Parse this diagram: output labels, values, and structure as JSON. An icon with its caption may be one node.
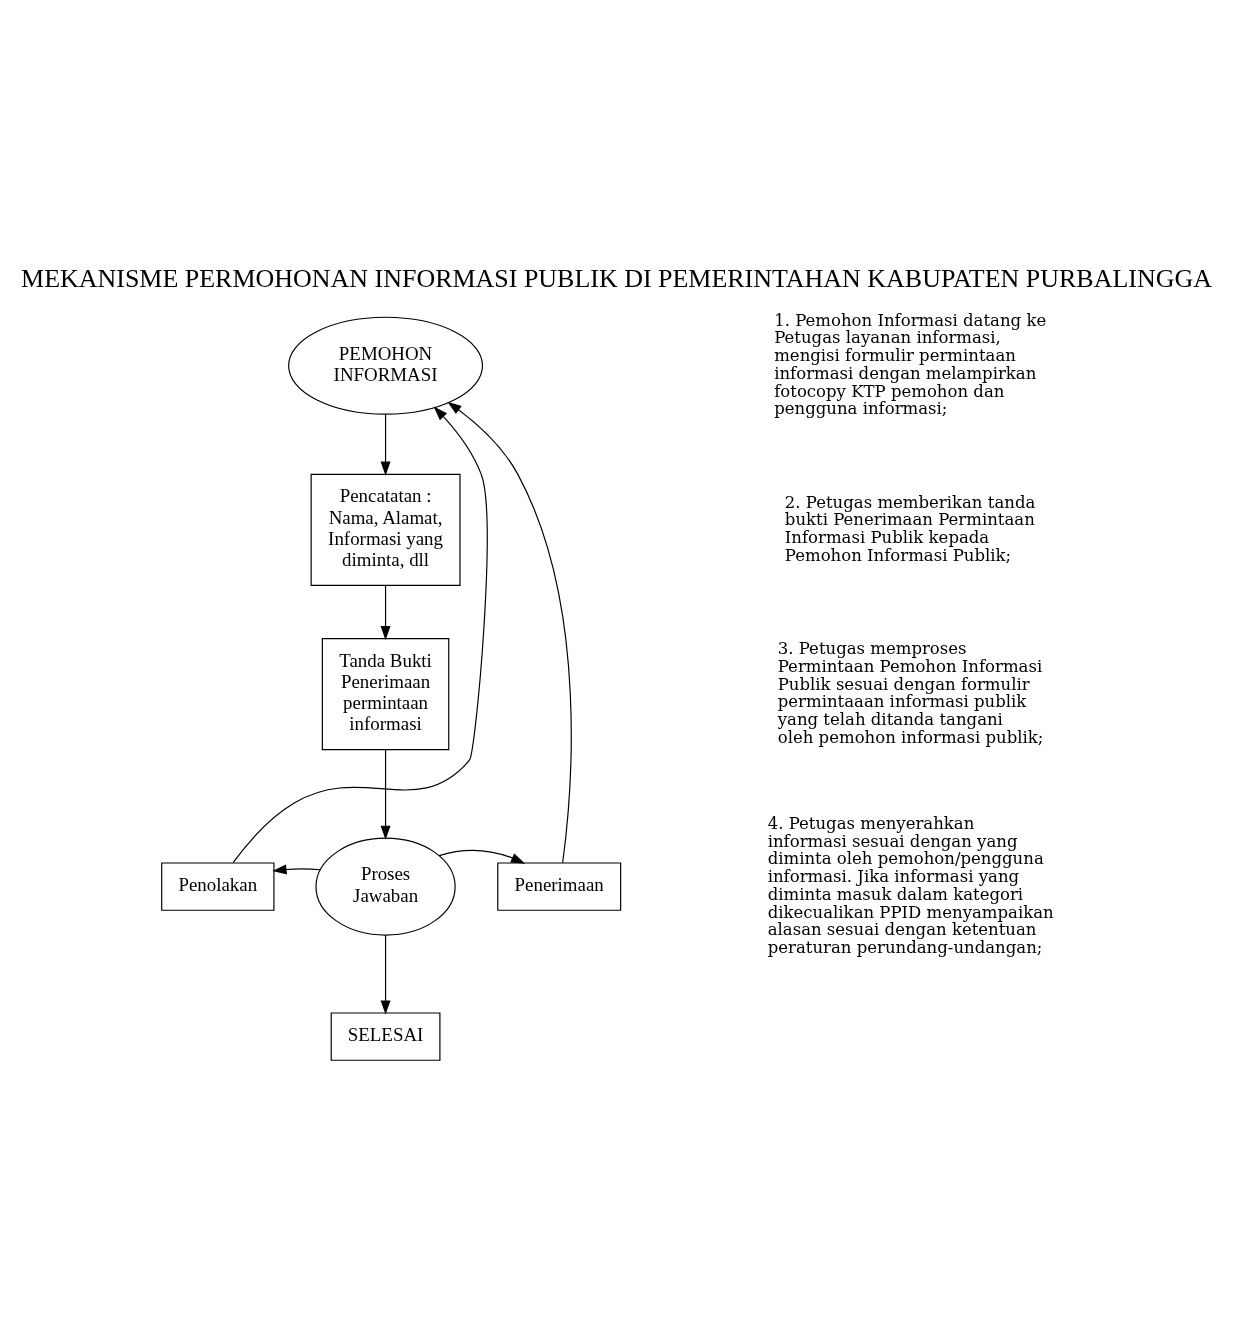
{
  "diagram": {
    "title": "MEKANISME PERMOHONAN INFORMASI PUBLIK DI PEMERINTAHAN KABUPATEN PURBALINGGA",
    "nodes": [
      {
        "text": [
          "PEMOHON INFORMASI"
        ]
      },
      {
        "text": [
          "Pencatatan : Nama, Alamat, Informasi yang diminta, dll"
        ]
      },
      {
        "text": [
          "Tanda Bukti Penerimaan permintaan informasi"
        ]
      },
      {
        "text": [
          "Proses Jawaban"
        ]
      },
      {
        "text": [
          "Penolakan"
        ]
      },
      {
        "text": [
          "Penerimaan"
        ]
      },
      {
        "text": [
          "SELESAI"
        ]
      }
    ],
    "edges": [
      {
        "from": 0,
        "to": 1,
        "arrow": "to"
      },
      {
        "from": 1,
        "to": 2,
        "arrow": "to"
      },
      {
        "from": 2,
        "to": 3,
        "arrow": "to"
      },
      {
        "from": 3,
        "to": 4,
        "arrow": "to"
      },
      {
        "from": 3,
        "to": 5,
        "arrow": "to"
      },
      {
        "from": 4,
        "to": 0,
        "arrow": "to"
      },
      {
        "from": 5,
        "to": 0,
        "arrow": "to"
      },
      {
        "from": 3,
        "to": 6,
        "arrow": "to"
      }
    ],
    "labels": [
      "1. Pemohon Informasi datang ke Petugas layanan informasi, mengisi formulir permintaan informasi dengan melampirkan fotocopy KTP pemohon dan pengguna informasi;",
      "2. Petugas memberikan tanda bukti Penerimaan Permintaan Informasi Publik kepada Pemohon Informasi Publik;",
      "3. Petugas memproses Permintaan Pemohon Informasi Publik sesuai dengan formulir permintaaan informasi publik yang telah ditanda tangani oleh pemohon informasi publik;",
      "4. Petugas menyerahkan informasi sesuai dengan yang diminta oleh pemohon/pengguna informasi. Jika informasi yang diminta masuk dalam kategori dikecualikan PPID menyampaikan alasan sesuai dengan ketentuan peraturan perundang-undangan;"
    ]
  }
}
